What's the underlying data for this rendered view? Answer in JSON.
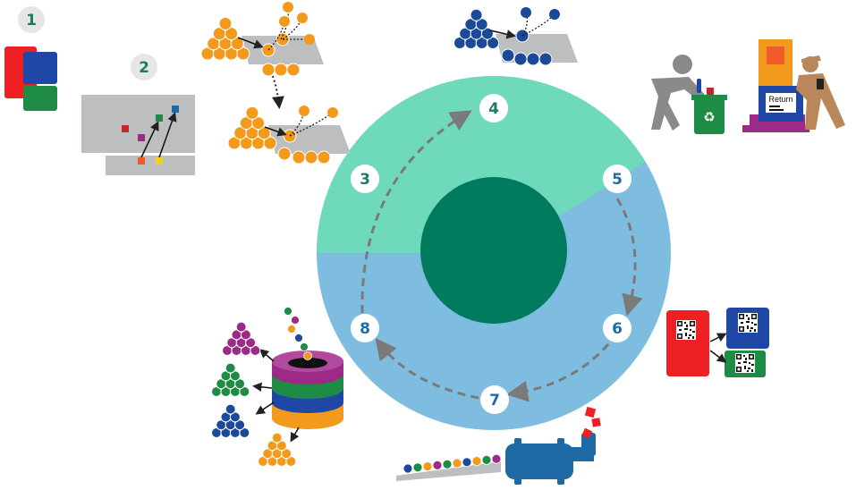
{
  "colors": {
    "teal_light": "#6fd9bb",
    "blue_light": "#7fbde0",
    "dark_teal": "#007b5e",
    "num_green": "#1f7a63",
    "num_blue": "#1f6aa5",
    "orange": "#f39a1c",
    "navy": "#1c4a9a",
    "red": "#ee2024",
    "blue": "#1f47a6",
    "green": "#1e8c45",
    "purple": "#9c2a86",
    "grey": "#bcbec0",
    "person": "#8a8a8a",
    "brown": "#b9875a"
  },
  "steps": [
    {
      "label": "1"
    },
    {
      "label": "2"
    },
    {
      "label": "3"
    },
    {
      "label": "4"
    },
    {
      "label": "5"
    },
    {
      "label": "6"
    },
    {
      "label": "7"
    },
    {
      "label": "8"
    }
  ],
  "return_kiosk": {
    "sign_text": "Return"
  },
  "icons": {
    "recycle": "recycle-icon",
    "qr": "qr-code-icon"
  }
}
